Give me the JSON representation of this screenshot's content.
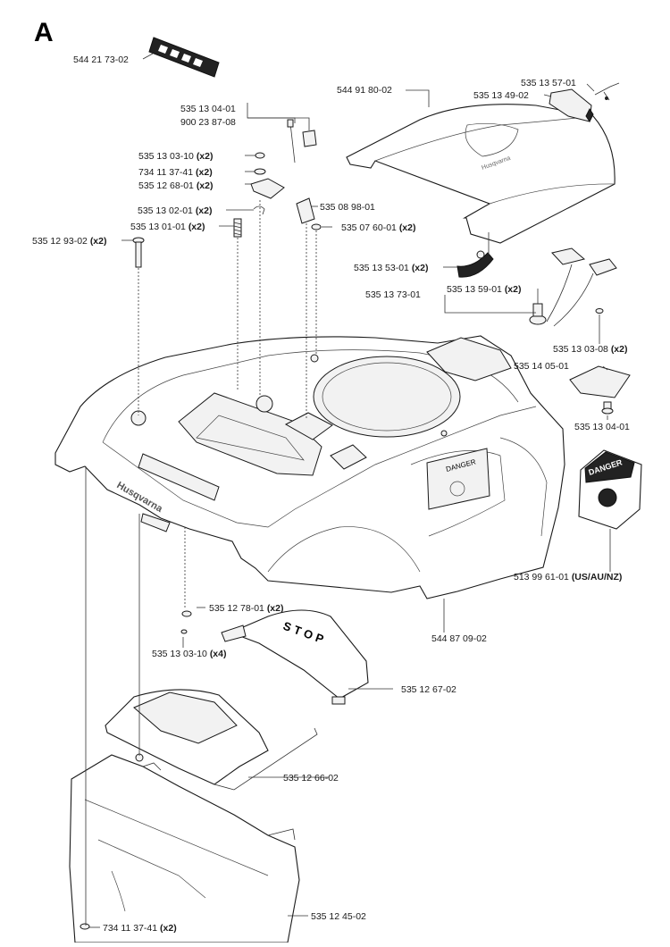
{
  "section_letter": "A",
  "decal": {
    "brand": "Husqvarna",
    "stop_text": "STOP",
    "danger_text": "DANGER"
  },
  "parts": [
    {
      "id": "p01",
      "number": "544 21 73-02",
      "qty": ""
    },
    {
      "id": "p02",
      "number": "544 91 80-02",
      "qty": ""
    },
    {
      "id": "p03",
      "number": "535 13 57-01",
      "qty": ""
    },
    {
      "id": "p04",
      "number": "535 13 49-02",
      "qty": ""
    },
    {
      "id": "p05",
      "number": "535 13 04-01",
      "qty": ""
    },
    {
      "id": "p06",
      "number": "900 23 87-08",
      "qty": ""
    },
    {
      "id": "p07",
      "number": "535 13 03-10",
      "qty": "(x2)"
    },
    {
      "id": "p08",
      "number": "734 11 37-41",
      "qty": "(x2)"
    },
    {
      "id": "p09",
      "number": "535 12 68-01",
      "qty": "(x2)"
    },
    {
      "id": "p10",
      "number": "535 13 02-01",
      "qty": "(x2)"
    },
    {
      "id": "p11",
      "number": "535 13 01-01",
      "qty": "(x2)"
    },
    {
      "id": "p12",
      "number": "535 12 93-02",
      "qty": "(x2)"
    },
    {
      "id": "p13",
      "number": "535 08 98-01",
      "qty": ""
    },
    {
      "id": "p14",
      "number": "535 07 60-01",
      "qty": "(x2)"
    },
    {
      "id": "p15",
      "number": "535 13 53-01",
      "qty": "(x2)"
    },
    {
      "id": "p16",
      "number": "535 13 73-01",
      "qty": ""
    },
    {
      "id": "p17",
      "number": "535 13 59-01",
      "qty": "(x2)"
    },
    {
      "id": "p18",
      "number": "535 13 03-08",
      "qty": "(x2)"
    },
    {
      "id": "p19",
      "number": "535 14 05-01",
      "qty": ""
    },
    {
      "id": "p20",
      "number": "535 13 04-01",
      "qty": ""
    },
    {
      "id": "p21",
      "number": "513 99 61-01",
      "qty": "(US/AU/NZ)"
    },
    {
      "id": "p22",
      "number": "544 87 09-02",
      "qty": ""
    },
    {
      "id": "p23",
      "number": "535 12 78-01",
      "qty": "(x2)"
    },
    {
      "id": "p24",
      "number": "535 13 03-10",
      "qty": "(x4)"
    },
    {
      "id": "p25",
      "number": "535 12 67-02",
      "qty": ""
    },
    {
      "id": "p26",
      "number": "535 12 66-02",
      "qty": ""
    },
    {
      "id": "p27",
      "number": "734 11 37-41",
      "qty": "(x2)"
    },
    {
      "id": "p28",
      "number": "535 12 45-02",
      "qty": ""
    }
  ]
}
